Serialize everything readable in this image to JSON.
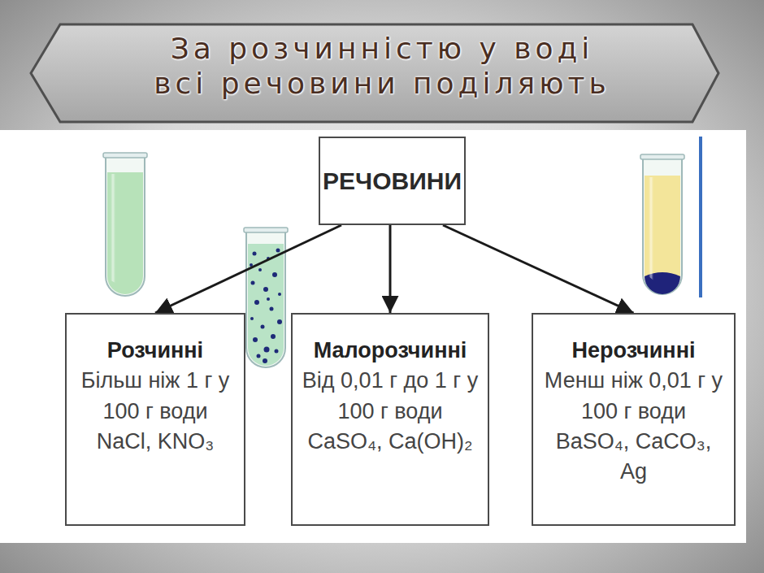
{
  "diagram": {
    "title": "За розчинністю у воді всі речовини поділяють",
    "nodes": [
      {
        "text": [
          "РЕЧОВИНИ"
        ]
      },
      {
        "text": [
          "Розчинні",
          "Більш ніж 1 г у 100 г води NaCl, KNO₃"
        ]
      },
      {
        "text": [
          "Малорозчинні",
          "Від 0,01 г до 1 г у 100 г води CaSO₄, Ca(OH)₂"
        ]
      },
      {
        "text": [
          "Нерозчинні",
          "Менш ніж 0,01 г у 100 г води BaSO₄, CaCO₃, Ag"
        ]
      }
    ],
    "edges": [
      {
        "from": 0,
        "to": 1,
        "arrow": "to"
      },
      {
        "from": 0,
        "to": 2,
        "arrow": "to"
      },
      {
        "from": 0,
        "to": 3,
        "arrow": "to"
      }
    ]
  }
}
